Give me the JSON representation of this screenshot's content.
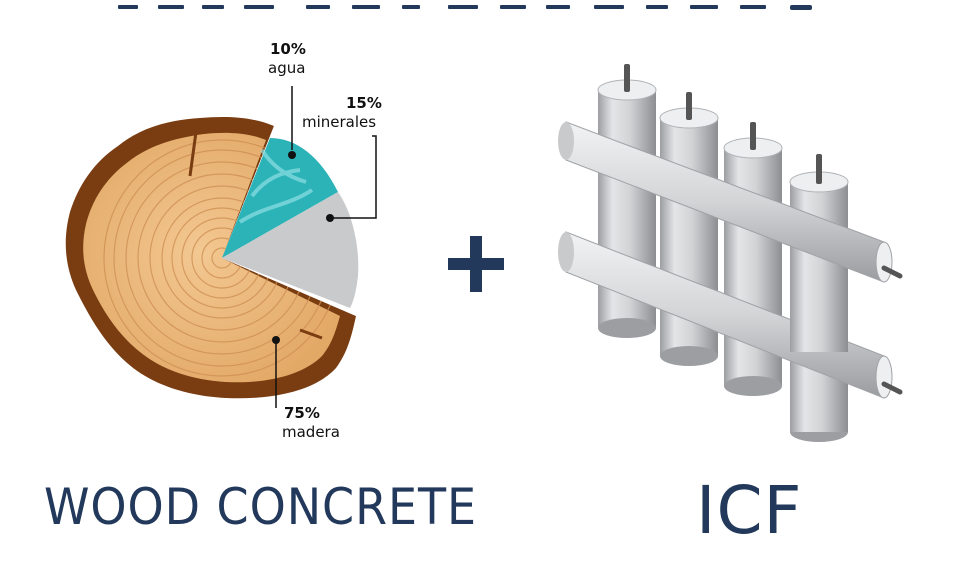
{
  "wood_diagram": {
    "segments": [
      {
        "percent": "10%",
        "name": "agua",
        "color": "#2bb3b8"
      },
      {
        "percent": "15%",
        "name": "minerales",
        "color": "#c9cacc"
      },
      {
        "percent": "75%",
        "name": "madera",
        "color": "#e9b77f"
      }
    ],
    "bark_color": "#7a3d12"
  },
  "plus_sign": "+",
  "captions": {
    "left": "WOOD CONCRETE",
    "right": "ICF"
  },
  "colors": {
    "caption": "#22395b",
    "icf_block": "#d7d8da"
  }
}
